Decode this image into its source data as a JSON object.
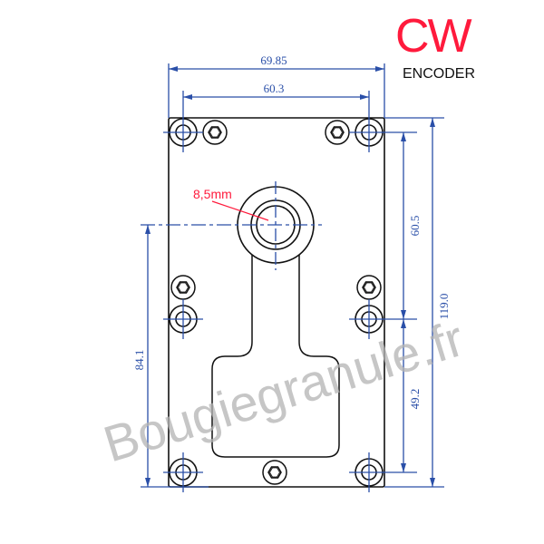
{
  "header": {
    "direction_label": "CW",
    "type_label": "ENCODER"
  },
  "colors": {
    "dimension": "#2a4fa8",
    "outline": "#111111",
    "callout": "#ff1a3c",
    "watermark": "#b4b4b4"
  },
  "dimensions": {
    "overall_width": "69.85",
    "hole_spacing_width": "60.3",
    "overall_height": "119.0",
    "top_to_mid_holes": "60.5",
    "mid_to_bottom_holes": "49.2",
    "shaft_to_bottom": "84.1"
  },
  "callouts": {
    "shaft_diameter": "8,5mm"
  },
  "watermark": {
    "text": "Bougiegranule.fr"
  },
  "parts": {
    "mounting_holes": 6,
    "hex_bolts": 5,
    "output_shaft": 1
  }
}
